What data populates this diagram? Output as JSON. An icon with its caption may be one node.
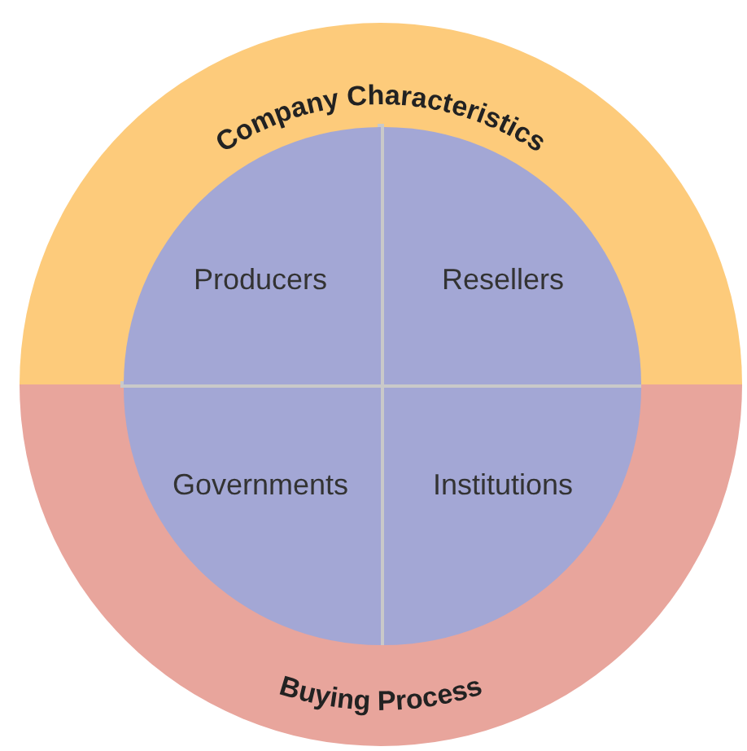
{
  "diagram": {
    "nodes": [
      {
        "text": [
          "Company Characteristics"
        ]
      },
      {
        "text": [
          "Buying Process"
        ]
      },
      {
        "text": [
          "Producers"
        ],
        "in": 0
      },
      {
        "text": [
          "Resellers"
        ],
        "in": 0
      },
      {
        "text": [
          "Governments"
        ],
        "in": 1
      },
      {
        "text": [
          "Institutions"
        ],
        "in": 1
      }
    ]
  }
}
